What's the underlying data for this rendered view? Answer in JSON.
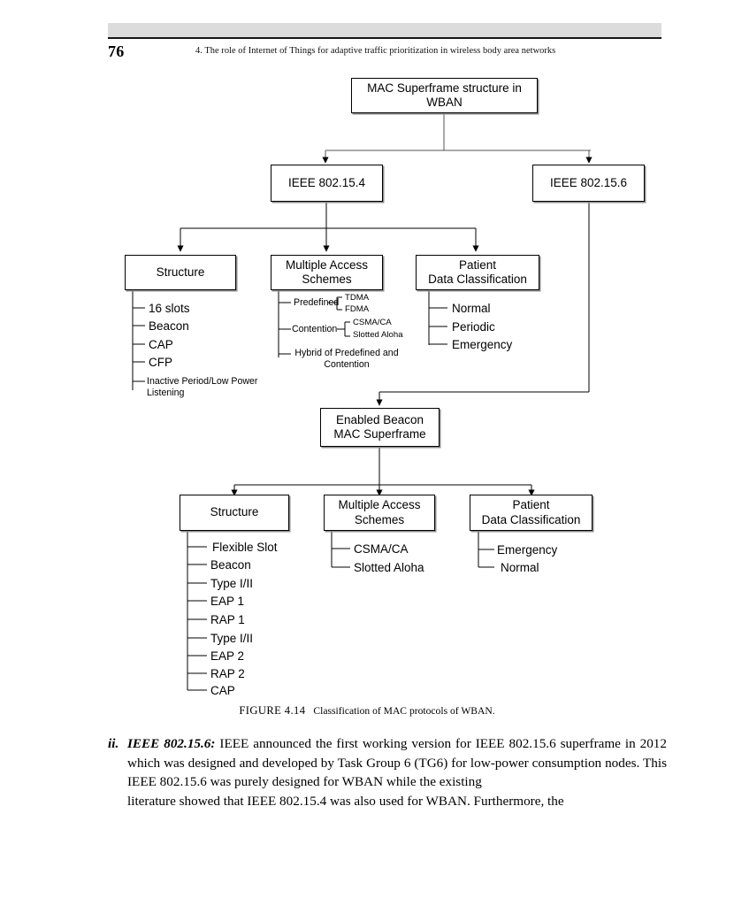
{
  "page": {
    "number": "76",
    "running_title": "4.  The role of Internet of Things for adaptive traffic prioritization in wireless body area networks",
    "header_band_color": "#dcdcdc",
    "rule_color": "#151515"
  },
  "figure": {
    "caption_label": "FIGURE 4.14",
    "caption_text": "Classification of MAC protocols of WBAN.",
    "root": {
      "id": "root",
      "label": "MAC Superframe structure in\nWBAN"
    },
    "branches": [
      {
        "id": "ieee15-4",
        "label": "IEEE 802.15.4"
      },
      {
        "id": "ieee15-6",
        "label": "IEEE 802.15.6"
      }
    ],
    "ieee154_children": [
      {
        "id": "structure-1",
        "label": "Structure",
        "leaves": [
          "16 slots",
          "Beacon",
          "CAP",
          "CFP",
          "Inactive Period/Low Power\nListening"
        ]
      },
      {
        "id": "mas-1",
        "label": "Multiple Access\nSchemes",
        "leaves": [
          {
            "label": "Predefined",
            "children": [
              "TDMA",
              "FDMA"
            ]
          },
          {
            "label": "Contention",
            "children": [
              "CSMA/CA",
              "Slotted Aloha"
            ]
          },
          {
            "label": "Hybrid of Predefined and\nContention",
            "children": []
          }
        ]
      },
      {
        "id": "pdc-1",
        "label": "Patient\nData Classification",
        "leaves": [
          "Normal",
          "Periodic",
          "Emergency"
        ]
      }
    ],
    "enabled_beacon": {
      "id": "enabled-beacon",
      "label": "Enabled Beacon\nMAC Superframe"
    },
    "enabled_beacon_children": [
      {
        "id": "structure-2",
        "label": "Structure",
        "leaves": [
          "Flexible Slot",
          "Beacon",
          "Type I/II",
          "EAP 1",
          "RAP 1",
          "Type I/II",
          "EAP 2",
          "RAP 2",
          "CAP"
        ]
      },
      {
        "id": "mas-2",
        "label": "Multiple Access\nSchemes",
        "leaves": [
          "CSMA/CA",
          "Slotted Aloha"
        ]
      },
      {
        "id": "pdc-2",
        "label": "Patient\nData Classification",
        "leaves": [
          "Emergency",
          "Normal"
        ]
      }
    ]
  },
  "body": {
    "marker": "ii.",
    "lead": "IEEE 802.15.6:",
    "text": " IEEE announced the first working version for IEEE 802.15.6 superframe in 2012 which was designed and developed by Task Group 6 (TG6) for low-power consumption nodes. This IEEE 802.15.6 was purely designed for WBAN while the existing",
    "lastline": "literature showed that IEEE 802.15.4 was also used for WBAN. Furthermore, the"
  }
}
